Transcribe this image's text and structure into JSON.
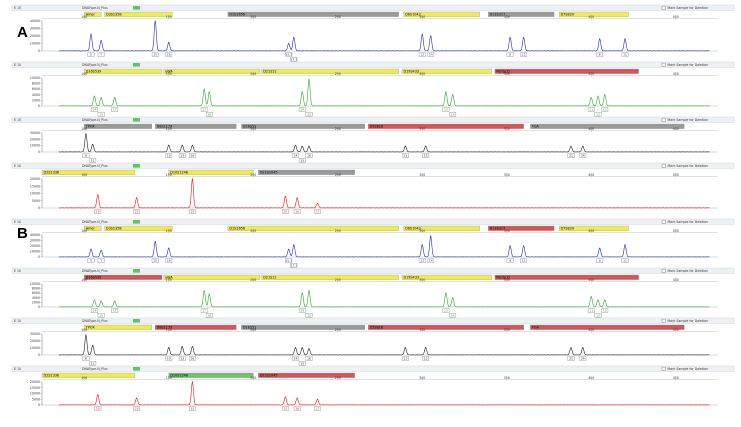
{
  "window": {
    "panels": [
      {
        "letter": "A",
        "letter_row": 0
      },
      {
        "letter": "B",
        "letter_row": 4
      }
    ]
  },
  "chart_data": [
    {
      "type": "line",
      "panel": "A",
      "channel_color": "#2230a8",
      "sample_label": "DNAType-N_Plus",
      "row_label": "E 10",
      "exclude_label": "Mark Sample for Deletion",
      "y_ticks": [
        "40000",
        "30000",
        "20000",
        "10000",
        "0"
      ],
      "x_ticks": [
        "100",
        "150",
        "200",
        "250",
        "300",
        "350",
        "400",
        "450"
      ],
      "x_range": [
        75,
        475
      ],
      "markers": [
        {
          "name": "Amel",
          "color": "#f2ea54",
          "start": 100,
          "end": 110
        },
        {
          "name": "D3S1358",
          "color": "#f2ea54",
          "start": 112,
          "end": 152
        },
        {
          "name": "D1S1656",
          "color": "#9a9a9a",
          "start": 185,
          "end": 286
        },
        {
          "name": "D6S1043",
          "color": "#f2ea54",
          "start": 289,
          "end": 334
        },
        {
          "name": "D13S317",
          "color": "#9a9a9a",
          "start": 339,
          "end": 378
        },
        {
          "name": "D7S820",
          "color": "#f2ea54",
          "start": 381,
          "end": 422
        }
      ],
      "peaks": [
        {
          "x": 104,
          "height": 0.55,
          "allele": "X"
        },
        {
          "x": 110,
          "height": 0.35,
          "allele": "Y"
        },
        {
          "x": 142,
          "height": 1.0,
          "allele": "15"
        },
        {
          "x": 150,
          "height": 0.28,
          "allele": "16"
        },
        {
          "x": 221,
          "height": 0.25,
          "allele": "15.3"
        },
        {
          "x": 224,
          "height": 0.45,
          "allele": "17.3"
        },
        {
          "x": 300,
          "height": 0.55,
          "allele": "12"
        },
        {
          "x": 305,
          "height": 0.5,
          "allele": "14"
        },
        {
          "x": 352,
          "height": 0.45,
          "allele": "8"
        },
        {
          "x": 360,
          "height": 0.45,
          "allele": "11"
        },
        {
          "x": 405,
          "height": 0.4,
          "allele": "8"
        },
        {
          "x": 420,
          "height": 0.4,
          "allele": "11"
        }
      ]
    },
    {
      "type": "line",
      "panel": "A",
      "channel_color": "#2ea832",
      "sample_label": "DNAType-N_Plus",
      "row_label": "E 10",
      "exclude_label": "Mark Sample for Deletion",
      "y_ticks": [
        "10000",
        "8000",
        "6000",
        "4000",
        "2000",
        "0"
      ],
      "x_ticks": [
        "100",
        "150",
        "200",
        "250",
        "300",
        "350",
        "400",
        "450"
      ],
      "x_range": [
        75,
        475
      ],
      "markers": [
        {
          "name": "D16S539",
          "color": "#f2ea54",
          "start": 100,
          "end": 146
        },
        {
          "name": "vWA",
          "color": "#f2ea54",
          "start": 147,
          "end": 204
        },
        {
          "name": "D21S11",
          "color": "#f2ea54",
          "start": 205,
          "end": 286
        },
        {
          "name": "D19S433",
          "color": "#f2ea54",
          "start": 288,
          "end": 341
        },
        {
          "name": "Penta D",
          "color": "#d95456",
          "start": 343,
          "end": 428
        }
      ],
      "peaks": [
        {
          "x": 106,
          "height": 0.35,
          "allele": "14"
        },
        {
          "x": 110,
          "height": 0.3,
          "allele": "15"
        },
        {
          "x": 118,
          "height": 0.3,
          "allele": "17"
        },
        {
          "x": 171,
          "height": 0.6,
          "allele": "17"
        },
        {
          "x": 174,
          "height": 0.5,
          "allele": "18"
        },
        {
          "x": 229,
          "height": 0.5,
          "allele": "29"
        },
        {
          "x": 233,
          "height": 0.95,
          "allele": "32"
        },
        {
          "x": 314,
          "height": 0.5,
          "allele": "13"
        },
        {
          "x": 318,
          "height": 0.4,
          "allele": "14"
        },
        {
          "x": 400,
          "height": 0.3,
          "allele": "11"
        },
        {
          "x": 404,
          "height": 0.35,
          "allele": "12"
        },
        {
          "x": 408,
          "height": 0.4,
          "allele": "13"
        }
      ]
    },
    {
      "type": "line",
      "panel": "A",
      "channel_color": "#222222",
      "sample_label": "DNAType-N_Plus",
      "row_label": "E 10",
      "exclude_label": "Mark Sample for Deletion",
      "y_ticks": [
        "30000",
        "20000",
        "10000",
        "0"
      ],
      "x_ticks": [
        "100",
        "150",
        "200",
        "250",
        "300",
        "350",
        "400",
        "450"
      ],
      "x_range": [
        75,
        475
      ],
      "markers": [
        {
          "name": "TPOX",
          "color": "#9a9a9a",
          "start": 100,
          "end": 140
        },
        {
          "name": "D8S1179",
          "color": "#9a9a9a",
          "start": 142,
          "end": 190
        },
        {
          "name": "D18S51",
          "color": "#9a9a9a",
          "start": 193,
          "end": 266
        },
        {
          "name": "D5S818",
          "color": "#d95456",
          "start": 268,
          "end": 360
        },
        {
          "name": "FGA",
          "color": "#9a9a9a",
          "start": 364,
          "end": 455
        }
      ],
      "peaks": [
        {
          "x": 101,
          "height": 0.95,
          "allele": "8"
        },
        {
          "x": 105,
          "height": 0.4,
          "allele": "11"
        },
        {
          "x": 150,
          "height": 0.35,
          "allele": "10"
        },
        {
          "x": 158,
          "height": 0.35,
          "allele": "13"
        },
        {
          "x": 164,
          "height": 0.35,
          "allele": "16"
        },
        {
          "x": 225,
          "height": 0.35,
          "allele": "14"
        },
        {
          "x": 229,
          "height": 0.3,
          "allele": "15"
        },
        {
          "x": 233,
          "height": 0.3,
          "allele": "16"
        },
        {
          "x": 290,
          "height": 0.3,
          "allele": "11"
        },
        {
          "x": 302,
          "height": 0.3,
          "allele": "12"
        },
        {
          "x": 388,
          "height": 0.3,
          "allele": "21"
        },
        {
          "x": 395,
          "height": 0.3,
          "allele": "24"
        }
      ]
    },
    {
      "type": "line",
      "panel": "A",
      "channel_color": "#e01818",
      "sample_label": "DNAType-N_Plus",
      "row_label": "E 10",
      "exclude_label": "Mark Sample for Deletion",
      "y_ticks": [
        "20000",
        "15000",
        "10000",
        "5000",
        "0"
      ],
      "x_ticks": [
        "100",
        "150",
        "200",
        "250",
        "300",
        "350",
        "400",
        "450"
      ],
      "x_range": [
        75,
        475
      ],
      "markers": [
        {
          "name": "D2S1338",
          "color": "#f2ea54",
          "start": 75,
          "end": 130
        },
        {
          "name": "D10S1248",
          "color": "#f2ea54",
          "start": 150,
          "end": 200
        },
        {
          "name": "D22S1045",
          "color": "#9a9a9a",
          "start": 203,
          "end": 260
        }
      ],
      "peaks": [
        {
          "x": 108,
          "height": 0.45,
          "allele": "19"
        },
        {
          "x": 131,
          "height": 0.35,
          "allele": "23"
        },
        {
          "x": 164,
          "height": 1.0,
          "allele": "15"
        },
        {
          "x": 219,
          "height": 0.4,
          "allele": "15"
        },
        {
          "x": 226,
          "height": 0.35,
          "allele": "16"
        },
        {
          "x": 238,
          "height": 0.15,
          "allele": "17"
        }
      ]
    },
    {
      "type": "line",
      "panel": "B",
      "channel_color": "#2230a8",
      "sample_label": "DNAType-N_Plus",
      "row_label": "E 10",
      "exclude_label": "Mark Sample for Deletion",
      "y_ticks": [
        "40000",
        "30000",
        "20000",
        "10000",
        "0"
      ],
      "x_ticks": [
        "100",
        "150",
        "200",
        "250",
        "300",
        "350",
        "400",
        "450"
      ],
      "x_range": [
        75,
        475
      ],
      "markers": [
        {
          "name": "Amel",
          "color": "#f2ea54",
          "start": 100,
          "end": 110
        },
        {
          "name": "D3S1358",
          "color": "#f2ea54",
          "start": 112,
          "end": 152
        },
        {
          "name": "D1S1656",
          "color": "#f2ea54",
          "start": 185,
          "end": 286
        },
        {
          "name": "D6S1043",
          "color": "#f2ea54",
          "start": 289,
          "end": 334
        },
        {
          "name": "D13S317",
          "color": "#d95456",
          "start": 339,
          "end": 378
        },
        {
          "name": "D7S820",
          "color": "#f2ea54",
          "start": 381,
          "end": 422
        }
      ],
      "peaks": [
        {
          "x": 104,
          "height": 0.35,
          "allele": "X"
        },
        {
          "x": 110,
          "height": 0.3,
          "allele": "Y"
        },
        {
          "x": 142,
          "height": 0.7,
          "allele": "15"
        },
        {
          "x": 150,
          "height": 0.4,
          "allele": "16"
        },
        {
          "x": 221,
          "height": 0.35,
          "allele": "15.3"
        },
        {
          "x": 224,
          "height": 0.55,
          "allele": "17.3"
        },
        {
          "x": 300,
          "height": 0.55,
          "allele": "12"
        },
        {
          "x": 305,
          "height": 0.95,
          "allele": "14"
        },
        {
          "x": 352,
          "height": 0.5,
          "allele": "8"
        },
        {
          "x": 360,
          "height": 0.5,
          "allele": "11"
        },
        {
          "x": 405,
          "height": 0.4,
          "allele": "8"
        },
        {
          "x": 420,
          "height": 0.55,
          "allele": "11"
        }
      ]
    },
    {
      "type": "line",
      "panel": "B",
      "channel_color": "#2ea832",
      "sample_label": "DNAType-N_Plus",
      "row_label": "E 10",
      "exclude_label": "Mark Sample for Deletion",
      "y_ticks": [
        "10000",
        "8000",
        "6000",
        "4000",
        "2000",
        "0"
      ],
      "x_ticks": [
        "100",
        "150",
        "200",
        "250",
        "300",
        "350",
        "400",
        "450"
      ],
      "x_range": [
        75,
        475
      ],
      "markers": [
        {
          "name": "D16S539",
          "color": "#d95456",
          "start": 100,
          "end": 146
        },
        {
          "name": "vWA",
          "color": "#f2ea54",
          "start": 147,
          "end": 204
        },
        {
          "name": "D21S11",
          "color": "#f2ea54",
          "start": 205,
          "end": 286
        },
        {
          "name": "D19S433",
          "color": "#f2ea54",
          "start": 288,
          "end": 341
        },
        {
          "name": "Penta D",
          "color": "#d95456",
          "start": 343,
          "end": 428
        }
      ],
      "peaks": [
        {
          "x": 106,
          "height": 0.3,
          "allele": "14"
        },
        {
          "x": 110,
          "height": 0.25,
          "allele": "15"
        },
        {
          "x": 118,
          "height": 0.25,
          "allele": "17"
        },
        {
          "x": 171,
          "height": 0.7,
          "allele": "17"
        },
        {
          "x": 174,
          "height": 0.55,
          "allele": "18"
        },
        {
          "x": 229,
          "height": 0.6,
          "allele": "29"
        },
        {
          "x": 233,
          "height": 0.7,
          "allele": "32"
        },
        {
          "x": 314,
          "height": 0.6,
          "allele": "13"
        },
        {
          "x": 318,
          "height": 0.4,
          "allele": "14"
        },
        {
          "x": 400,
          "height": 0.45,
          "allele": "11"
        },
        {
          "x": 404,
          "height": 0.3,
          "allele": "12"
        },
        {
          "x": 408,
          "height": 0.3,
          "allele": "13"
        }
      ]
    },
    {
      "type": "line",
      "panel": "B",
      "channel_color": "#222222",
      "sample_label": "DNAType-N_Plus",
      "row_label": "E 10",
      "exclude_label": "Mark Sample for Deletion",
      "y_ticks": [
        "30000",
        "20000",
        "10000",
        "0"
      ],
      "x_ticks": [
        "100",
        "150",
        "200",
        "250",
        "300",
        "350",
        "400",
        "450"
      ],
      "x_range": [
        75,
        475
      ],
      "markers": [
        {
          "name": "TPOX",
          "color": "#f2ea54",
          "start": 100,
          "end": 140
        },
        {
          "name": "D8S1179",
          "color": "#d95456",
          "start": 142,
          "end": 190
        },
        {
          "name": "D18S51",
          "color": "#9a9a9a",
          "start": 193,
          "end": 266
        },
        {
          "name": "D5S818",
          "color": "#d95456",
          "start": 268,
          "end": 360
        },
        {
          "name": "FGA",
          "color": "#d95456",
          "start": 364,
          "end": 455
        }
      ],
      "peaks": [
        {
          "x": 101,
          "height": 0.95,
          "allele": "8"
        },
        {
          "x": 105,
          "height": 0.45,
          "allele": "11"
        },
        {
          "x": 150,
          "height": 0.35,
          "allele": "10"
        },
        {
          "x": 158,
          "height": 0.4,
          "allele": "13"
        },
        {
          "x": 164,
          "height": 0.4,
          "allele": "16"
        },
        {
          "x": 225,
          "height": 0.35,
          "allele": "14"
        },
        {
          "x": 229,
          "height": 0.35,
          "allele": "15"
        },
        {
          "x": 233,
          "height": 0.3,
          "allele": "16"
        },
        {
          "x": 290,
          "height": 0.35,
          "allele": "11"
        },
        {
          "x": 302,
          "height": 0.35,
          "allele": "12"
        },
        {
          "x": 388,
          "height": 0.35,
          "allele": "21"
        },
        {
          "x": 395,
          "height": 0.35,
          "allele": "24"
        }
      ]
    },
    {
      "type": "line",
      "panel": "B",
      "channel_color": "#e01818",
      "sample_label": "DNAType-N_Plus",
      "row_label": "E 10",
      "exclude_label": "Mark Sample for Deletion",
      "y_ticks": [
        "20000",
        "15000",
        "10000",
        "5000",
        "0"
      ],
      "x_ticks": [
        "100",
        "150",
        "200",
        "250",
        "300",
        "350",
        "400",
        "450"
      ],
      "x_range": [
        75,
        475
      ],
      "markers": [
        {
          "name": "D2S1338",
          "color": "#f2ea54",
          "start": 75,
          "end": 130
        },
        {
          "name": "D10S1248",
          "color": "#6fc36a",
          "start": 150,
          "end": 200
        },
        {
          "name": "D22S1045",
          "color": "#d95456",
          "start": 203,
          "end": 260
        }
      ],
      "peaks": [
        {
          "x": 108,
          "height": 0.45,
          "allele": "19"
        },
        {
          "x": 131,
          "height": 0.3,
          "allele": "23"
        },
        {
          "x": 164,
          "height": 1.0,
          "allele": "15"
        },
        {
          "x": 219,
          "height": 0.35,
          "allele": "15"
        },
        {
          "x": 226,
          "height": 0.3,
          "allele": "16"
        },
        {
          "x": 238,
          "height": 0.25,
          "allele": "17"
        }
      ]
    }
  ]
}
